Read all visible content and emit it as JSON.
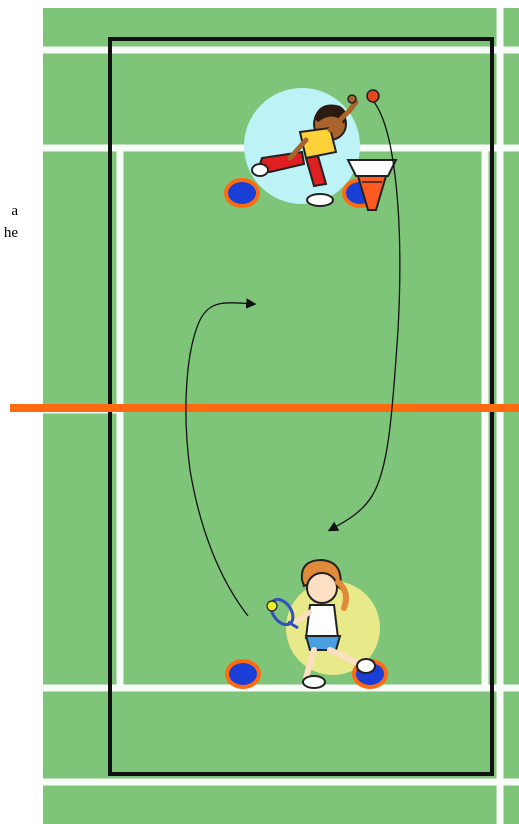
{
  "side_text": {
    "line1": "a",
    "line2": "he"
  },
  "colors": {
    "court_green": "#7ec57a",
    "court_lines": "#ffffff",
    "boundary": "#111111",
    "net": "#ff6a10",
    "marker_fill": "#1a3fd6",
    "marker_ring": "#ff6a10",
    "player_top_highlight": "#bdf2f6",
    "player_bottom_highlight": "#f4ec8a",
    "cone": "#ff5a1f",
    "path": "#111111",
    "ball": "#e4471b"
  },
  "elements": {
    "player_top": "player-throwing-ball",
    "player_bottom": "player-with-tennis-racket",
    "cone": "cone-target",
    "markers": [
      "marker-top-left",
      "marker-top-right",
      "marker-bottom-left",
      "marker-bottom-right"
    ]
  }
}
